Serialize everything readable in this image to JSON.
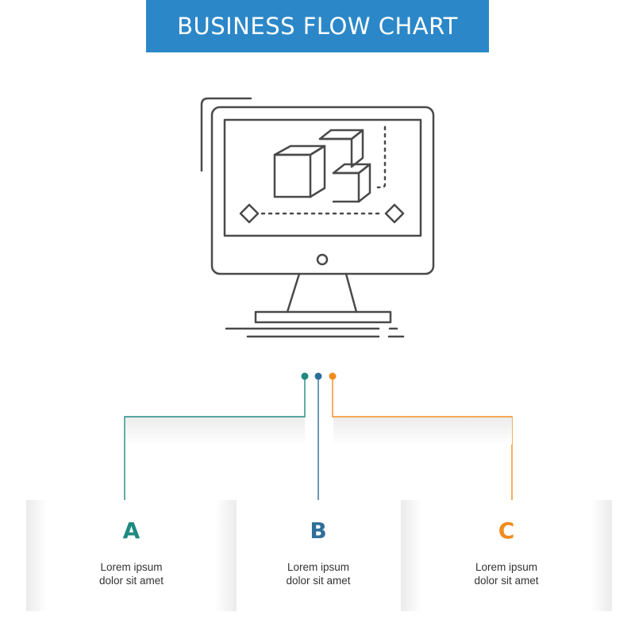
{
  "title": "BUSINESS FLOW CHART",
  "colors": {
    "banner": "#2b87c8",
    "branch_a": "#1e8a80",
    "branch_b": "#2e6f9a",
    "branch_c": "#f08c1e",
    "icon_stroke": "#4a4a4a"
  },
  "icon": "computer-monitor-with-3d-cubes-animation-icon",
  "steps": [
    {
      "letter": "A",
      "line1": "Lorem ipsum",
      "line2": "dolor sit amet"
    },
    {
      "letter": "B",
      "line1": "Lorem ipsum",
      "line2": "dolor sit amet"
    },
    {
      "letter": "C",
      "line1": "Lorem ipsum",
      "line2": "dolor sit amet"
    }
  ]
}
